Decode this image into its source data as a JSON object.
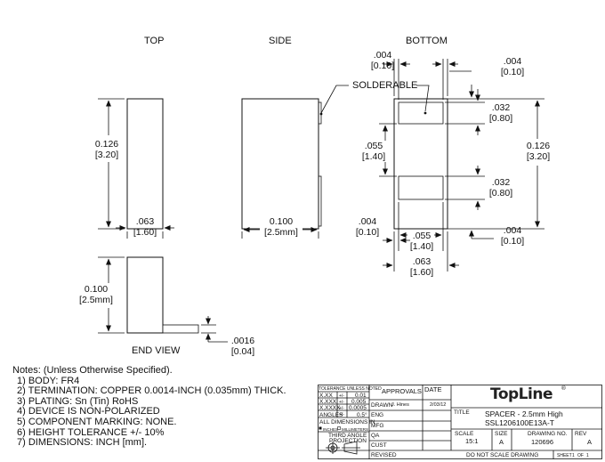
{
  "views": {
    "top": "TOP",
    "side": "SIDE",
    "bottom": "BOTTOM",
    "end": "END VIEW"
  },
  "callout": {
    "solderable": "SOLDERABLE"
  },
  "dims": {
    "top_height_in": "0.126",
    "top_height_mm": "[3.20]",
    "top_width_in": ".063",
    "top_width_mm": "[1.60]",
    "side_width_in": "0.100",
    "side_width_mm": "[2.5mm]",
    "end_height_in": "0.100",
    "end_height_mm": "[2.5mm]",
    "end_thk_in": ".0016",
    "end_thk_mm": "[0.04]",
    "b_top_left_in": ".004",
    "b_top_left_mm": "[0.10]",
    "b_top_right_in": ".004",
    "b_top_right_mm": "[0.10]",
    "b_pad_top_in": ".032",
    "b_pad_top_mm": "[0.80]",
    "b_height_in": "0.126",
    "b_height_mm": "[3.20]",
    "b_gap_in": ".055",
    "b_gap_mm": "[1.40]",
    "b_pad_bot_in": ".032",
    "b_pad_bot_mm": "[0.80]",
    "b_bot_left_in": ".004",
    "b_bot_left_mm": "[0.10]",
    "b_bot_right_in": ".004",
    "b_bot_right_mm": "[0.10]",
    "b_pad_w_in": ".055",
    "b_pad_w_mm": "[1.40]",
    "b_width_in": ".063",
    "b_width_mm": "[1.60]"
  },
  "notes": {
    "heading": "Notes: (Unless Otherwise Specified).",
    "items": [
      "1) BODY: FR4",
      "2) TERMINATION: COPPER 0.0014-INCH (0.035mm) THICK.",
      "3) PLATING: Sn (Tin) RoHS",
      "4) DEVICE IS NON-POLARIZED",
      "5) COMPONENT MARKING: NONE.",
      "6) HEIGHT TOLERANCE +/- 10%",
      "7) DIMENSIONS: INCH [mm]."
    ]
  },
  "title_block": {
    "tolerance_header": "TOLERANCE UNLESS NOTED",
    "tol_rows": [
      {
        "label": "X.XX",
        "pm": "+/-",
        "value": "0.01"
      },
      {
        "label": "X.XXX",
        "pm": "+/-",
        "value": "0.005"
      },
      {
        "label": "X.XXXX",
        "pm": "+/-",
        "value": "0.0005"
      }
    ],
    "angles_label": "ANGLES",
    "angles_pm": "+/-",
    "angles_value": "0.5°",
    "all_dims": "ALL DIMENSIONS IN",
    "inches": "INCHES",
    "millimeters": "MILLIMETERS",
    "projection_line1": "THIRD ANGLE",
    "projection_line2": "PROJECTION",
    "approvals": "APPROVALS",
    "date": "DATE",
    "drawn_label": "DRAWN",
    "drawn_name": "J. Hines",
    "drawn_date": "2/03/12",
    "eng": "ENG",
    "mfg": "MFG",
    "qa": "QA",
    "cust": "CUST",
    "revised": "REVISED",
    "logo": "TopLine",
    "logo_mark": "®",
    "title_label": "TITLE",
    "title_line1": "SPACER - 2.5mm High",
    "title_line2": "SSL1206100E13A-T",
    "scale_label": "SCALE",
    "scale_value": "15:1",
    "size_label": "SIZE",
    "size_value": "A",
    "drawing_no_label": "DRAWING NO.",
    "drawing_no_value": "120696",
    "rev_label": "REV",
    "rev_value": "A",
    "do_not_scale": "DO NOT SCALE DRAWING",
    "sheet_label": "SHEET",
    "sheet_num": "1",
    "of_label": "OF",
    "sheet_total": "1"
  }
}
